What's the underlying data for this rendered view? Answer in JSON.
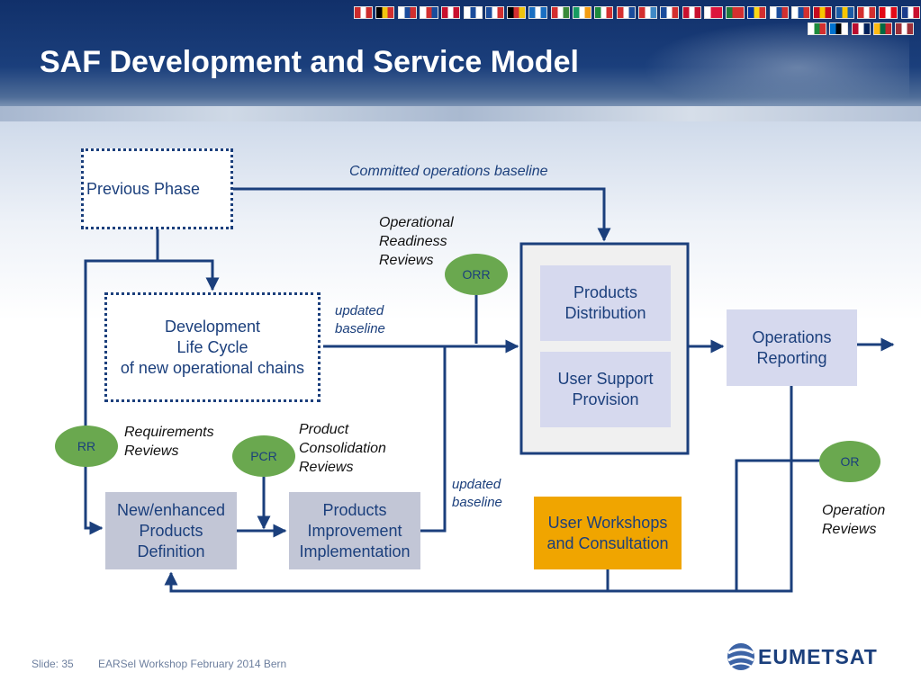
{
  "slide": {
    "title": "SAF Development and Service Model"
  },
  "flags": [
    [
      "#cc2b2b",
      "#ffffff",
      "#cc2b2b"
    ],
    [
      "#000000",
      "#f1c40f",
      "#d32f2f"
    ],
    [
      "#ffffff",
      "#1a4c9c",
      "#d32f2f"
    ],
    [
      "#ffffff",
      "#d32f2f",
      "#1a4c9c"
    ],
    [
      "#c8102e",
      "#ffffff",
      "#c8102e"
    ],
    [
      "#ffffff",
      "#1a4c9c",
      "#ffffff"
    ],
    [
      "#1a4c9c",
      "#ffffff",
      "#d32f2f"
    ],
    [
      "#000000",
      "#d32f2f",
      "#f1c40f"
    ],
    [
      "#1a6fc2",
      "#ffffff",
      "#1a6fc2"
    ],
    [
      "#d32f2f",
      "#ffffff",
      "#3a8a3a"
    ],
    [
      "#169b62",
      "#ffffff",
      "#f39c12"
    ],
    [
      "#1c8a3c",
      "#ffffff",
      "#d32f2f"
    ],
    [
      "#d32f2f",
      "#ffffff",
      "#1a4c9c"
    ],
    [
      "#d32f2f",
      "#ffffff",
      "#3f88c5"
    ],
    [
      "#1a4c9c",
      "#ffffff",
      "#d32f2f"
    ],
    [
      "#c8102e",
      "#ffffff",
      "#c8102e"
    ],
    [
      "#ffffff",
      "#dc143c",
      "#dc143c"
    ],
    [
      "#1f7a3a",
      "#d32f2f",
      "#d32f2f"
    ],
    [
      "#0033a0",
      "#f9d616",
      "#d32f2f"
    ],
    [
      "#ffffff",
      "#1a4c9c",
      "#d32f2f"
    ],
    [
      "#ffffff",
      "#1a4c9c",
      "#d32f2f"
    ],
    [
      "#c60b1e",
      "#f7c600",
      "#c60b1e"
    ],
    [
      "#1a5ba6",
      "#f7c600",
      "#1a5ba6"
    ],
    [
      "#d32f2f",
      "#ffffff",
      "#d32f2f"
    ],
    [
      "#e30a17",
      "#ffffff",
      "#e30a17"
    ],
    [
      "#1a3c8c",
      "#ffffff",
      "#c8102e"
    ]
  ],
  "flags_row2": [
    [
      "#ffffff",
      "#1c8a3c",
      "#d32f2f"
    ],
    [
      "#0072ce",
      "#000000",
      "#ffffff"
    ],
    [
      "#ba0c2f",
      "#ffffff",
      "#00205b"
    ],
    [
      "#fdb913",
      "#006a44",
      "#c1272d"
    ],
    [
      "#9e3039",
      "#ffffff",
      "#9e3039"
    ]
  ],
  "diagram": {
    "previous_phase": "Previous Phase",
    "development": "Development\nLife Cycle\nof new operational chains",
    "new_products": "New/enhanced\nProducts\nDefinition",
    "products_improvement": "Products\nImprovement\nImplementation",
    "products_distribution": "Products\nDistribution",
    "user_support": "User Support\nProvision",
    "operations_reporting": "Operations\nReporting",
    "user_workshops": "User Workshops\nand Consultation",
    "committed_baseline": "Committed operations baseline",
    "operational_readiness": "Operational\nReadiness\nReviews",
    "updated_baseline_top": "updated\nbaseline",
    "updated_baseline_bottom": "updated\nbaseline",
    "requirements_reviews": "Requirements\nReviews",
    "product_consolidation": "Product\nConsolidation\nReviews",
    "operation_reviews": "Operation\nReviews",
    "orr": "ORR",
    "rr": "RR",
    "pcr": "PCR",
    "or": "OR"
  },
  "colors": {
    "navy": "#1b3f7c",
    "review_green": "#6aa84f",
    "workshop_orange": "#f0a500",
    "box_grey": "#c2c6d6",
    "box_lavender": "#d6d9ee"
  },
  "footer": {
    "slide": "Slide: 35",
    "event": "EARSel Workshop  February 2014   Bern"
  },
  "logo": {
    "text": "EUMETSAT"
  }
}
